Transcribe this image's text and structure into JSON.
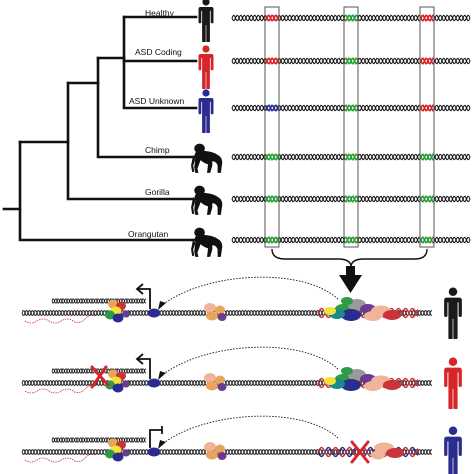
{
  "colors": {
    "black": "#111111",
    "healthy": "#1a1a1a",
    "asd_coding": "#d6262a",
    "asd_unknown": "#2b2c8f",
    "conserved": "#2f9e3a",
    "variant_mark": "#d6262a",
    "tf_green": "#2e9b48",
    "tf_orange": "#e7a45a",
    "tf_peach": "#f0b49a",
    "tf_blue": "#2b2c8f",
    "tf_red": "#c8343a",
    "tf_yellow": "#f2e23a",
    "tf_teal": "#1c8a8a",
    "tf_purple": "#6b3b8f",
    "tf_gray": "#9a9a9a"
  },
  "species": [
    {
      "label": "Healthy",
      "icon": "human-icon",
      "color": "#1a1a1a",
      "marks": [
        "red",
        "green",
        "red"
      ]
    },
    {
      "label": "ASD Coding",
      "icon": "human-icon",
      "color": "#d6262a",
      "marks": [
        "red",
        "green",
        "red"
      ]
    },
    {
      "label": "ASD Unknown",
      "icon": "human-icon",
      "color": "#2b2c8f",
      "marks": [
        "blue",
        "green",
        "red"
      ]
    },
    {
      "label": "Chimp",
      "icon": "chimp-icon",
      "color": "#111111",
      "marks": [
        "green",
        "green",
        "green"
      ]
    },
    {
      "label": "Gorilla",
      "icon": "gorilla-icon",
      "color": "#111111",
      "marks": [
        "green",
        "green",
        "green"
      ]
    },
    {
      "label": "Orangutan",
      "icon": "orangutan-icon",
      "color": "#111111",
      "marks": [
        "green",
        "green",
        "green"
      ]
    }
  ],
  "regulatory_rows": [
    {
      "person": "healthy",
      "color": "#1a1a1a",
      "promoter_blocked": false,
      "variant": false
    },
    {
      "person": "asd-coding",
      "color": "#d6262a",
      "promoter_blocked": true,
      "variant": false
    },
    {
      "person": "asd-unknown",
      "color": "#2b2c8f",
      "promoter_blocked": false,
      "variant": true
    }
  ]
}
